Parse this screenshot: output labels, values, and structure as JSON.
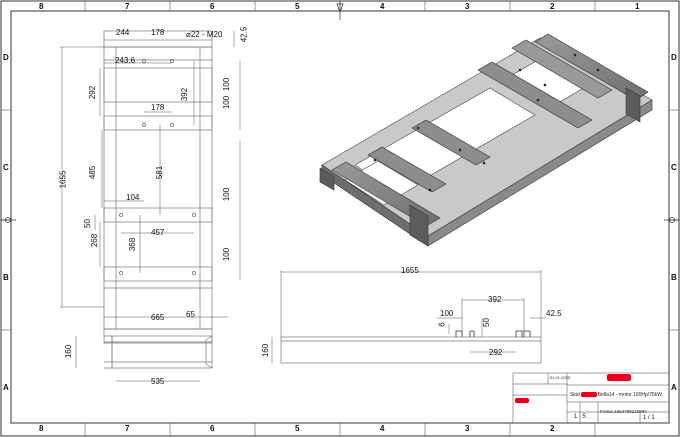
{
  "sheet": {
    "columns": [
      "8",
      "7",
      "6",
      "5",
      "4",
      "3",
      "2",
      "1"
    ],
    "rows": [
      "D",
      "C",
      "B",
      "A"
    ]
  },
  "dims_top": {
    "d244": "244",
    "d178_top": "178",
    "hole_label": "22 - M20",
    "d42_5_top": "42.5",
    "d243_6": "243.6",
    "d292_left": "292",
    "d100_a": "100",
    "d392_mid": "392",
    "d100_b": "100",
    "d178_mid": "178",
    "d1655_left": "1655",
    "d485": "485",
    "d581": "581",
    "d104": "104",
    "d100_c": "100",
    "d50_left": "50",
    "d457": "457",
    "d268": "268",
    "d368": "368",
    "d100_d": "100",
    "d665": "665",
    "d65": "65",
    "d160_left": "160",
    "d535": "535"
  },
  "dims_side": {
    "d1655": "1655",
    "d392": "392",
    "d100": "100",
    "d42_5": "42.5",
    "d6": "6",
    "d50": "50",
    "d292": "292",
    "d160": "160"
  },
  "title_block": {
    "title_text": "Bella14 - motor 100Hp/75kW",
    "title_prefix": "Skid",
    "drawing_no": "Frame 1664786210994",
    "scale": "1 : 5",
    "sheet_no": "1",
    "sheet_of": "1",
    "date": "01.01.2023"
  }
}
